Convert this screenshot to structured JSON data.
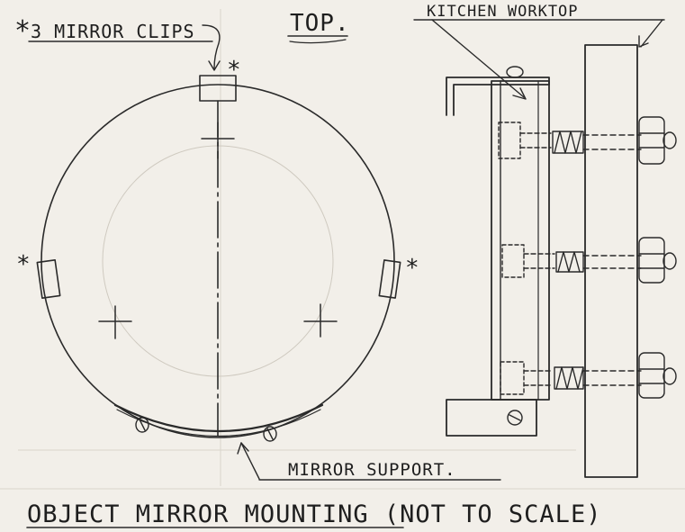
{
  "labels": {
    "top": "TOP.",
    "asterisk": "*",
    "mirror_clips": "3 MIRROR CLIPS",
    "kitchen_worktop": "KITCHEN WORKTOP",
    "mirror_support": "MIRROR SUPPORT.",
    "caption": "OBJECT MIRROR MOUNTING (NOT TO SCALE)"
  },
  "colors": {
    "paper": "#f2efe9",
    "ink": "#2a2a2a"
  }
}
